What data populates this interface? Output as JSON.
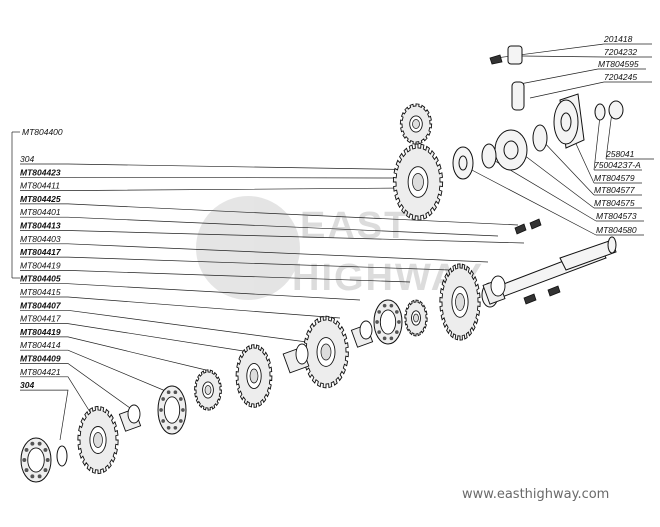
{
  "watermark": {
    "line1": "EAST",
    "line2": "HIGHWAY"
  },
  "website": "www.easthighway.com",
  "group_label": "MT804400",
  "left_labels": [
    "304",
    "MT804423",
    "MT804411",
    "MT804425",
    "MT804401",
    "MT804413",
    "MT804403",
    "MT804417",
    "MT804419",
    "MT804405",
    "MT804415",
    "MT804407",
    "MT804417",
    "MT804419",
    "MT804414",
    "MT804409",
    "MT804421",
    "304"
  ],
  "right_labels": [
    "201418",
    "7204232",
    "MT804595",
    "7204245",
    "258041",
    "750042З7-А",
    "MT804579",
    "MT804577",
    "MT804575",
    "MT804573",
    "MT804580"
  ]
}
